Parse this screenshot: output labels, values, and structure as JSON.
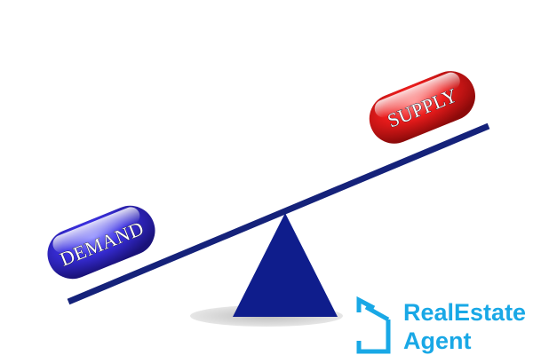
{
  "diagram": {
    "left_pill": {
      "label": "DEMAND",
      "color": "#2c22c8"
    },
    "right_pill": {
      "label": "SUPPLY",
      "color": "#e0191b"
    },
    "beam_color": "#15227a",
    "fulcrum_color": "#0f1d8c",
    "shadow_color": "#c9c9c9"
  },
  "logo": {
    "line1": "RealEstate",
    "line2": "Agent",
    "color": "#19a8e6",
    "icon": "house-icon"
  }
}
